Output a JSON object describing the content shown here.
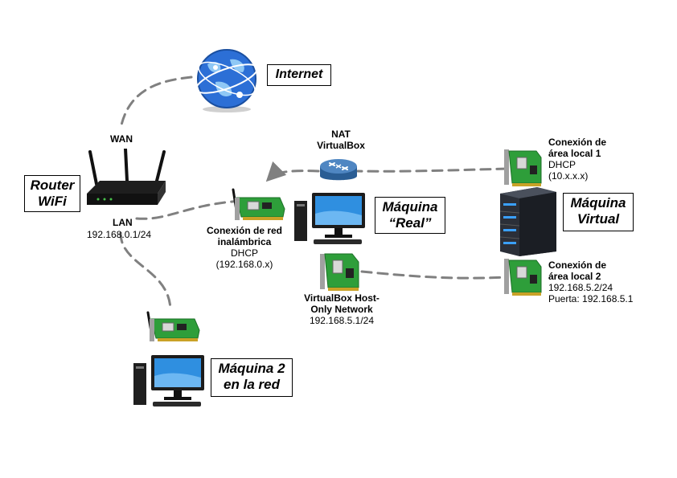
{
  "labels": {
    "internet": "Internet",
    "router_line1": "Router",
    "router_line2": "WiFi",
    "wan": "WAN",
    "lan": "LAN",
    "lan_ip": "192.168.0.1/24",
    "nat_line1": "NAT",
    "nat_line2": "VirtualBox",
    "wifi_nic_line1": "Conexión de red",
    "wifi_nic_line2": "inalámbrica",
    "wifi_nic_line3": "DHCP",
    "wifi_nic_line4": "(192.168.0.x)",
    "real_line1": "Máquina",
    "real_line2": "“Real”",
    "hostonly_line1": "VirtualBox Host-",
    "hostonly_line2": "Only Network",
    "hostonly_line3": "192.168.5.1/24",
    "lan1_line1": "Conexión de",
    "lan1_line2": "área local 1",
    "lan1_line3": "DHCP",
    "lan1_line4": "(10.x.x.x)",
    "vm_line1": "Máquina",
    "vm_line2": "Virtual",
    "lan2_line1": "Conexión de",
    "lan2_line2": "área local 2",
    "lan2_line3": "192.168.5.2/24",
    "lan2_line4": "Puerta:  192.168.5.1",
    "m2_line1": "Máquina 2",
    "m2_line2": "en la red"
  },
  "style": {
    "link_color": "#808080",
    "nic_board_color": "#2e9e3a",
    "globe_color": "#2c6fd6",
    "monitor_screen_color": "#2f8fe0",
    "server_color": "#2b2f38"
  }
}
